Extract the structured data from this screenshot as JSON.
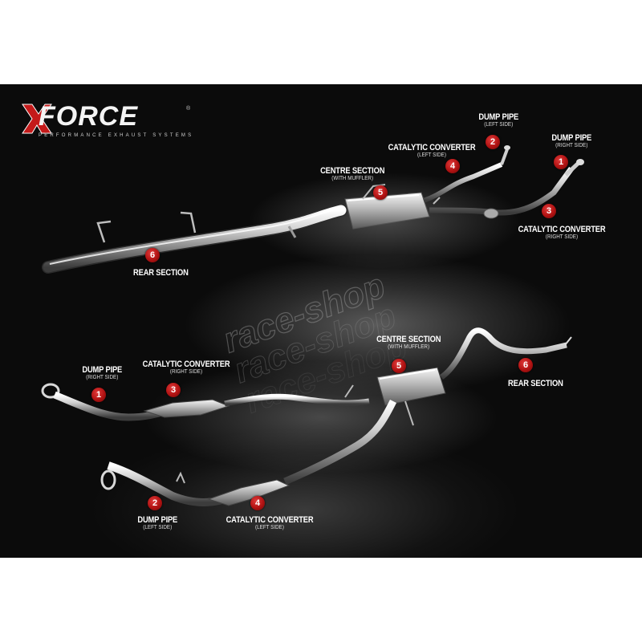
{
  "brand": {
    "logo_letter": "X",
    "logo_word": "FORCE",
    "tagline": "PERFORMANCE EXHAUST SYSTEMS",
    "registered": "®",
    "accent_color": "#c41a1a"
  },
  "watermark": "race-shop",
  "top_labels": [
    {
      "num": "1",
      "title": "DUMP PIPE",
      "sub": "(RIGHT SIDE)"
    },
    {
      "num": "2",
      "title": "DUMP PIPE",
      "sub": "(LEFT SIDE)"
    },
    {
      "num": "3",
      "title": "CATALYTIC CONVERTER",
      "sub": "(RIGHT SIDE)"
    },
    {
      "num": "4",
      "title": "CATALYTIC CONVERTER",
      "sub": "(LEFT SIDE)"
    },
    {
      "num": "5",
      "title": "CENTRE SECTION",
      "sub": "(WITH MUFFLER)"
    },
    {
      "num": "6",
      "title": "REAR SECTION",
      "sub": ""
    }
  ],
  "bottom_labels": [
    {
      "num": "1",
      "title": "DUMP PIPE",
      "sub": "(RIGHT SIDE)"
    },
    {
      "num": "2",
      "title": "DUMP PIPE",
      "sub": "(LEFT SIDE)"
    },
    {
      "num": "3",
      "title": "CATALYTIC CONVERTER",
      "sub": "(RIGHT SIDE)"
    },
    {
      "num": "4",
      "title": "CATALYTIC CONVERTER",
      "sub": "(LEFT SIDE)"
    },
    {
      "num": "5",
      "title": "CENTRE SECTION",
      "sub": "(WITH MUFFLER)"
    },
    {
      "num": "6",
      "title": "REAR SECTION",
      "sub": ""
    }
  ]
}
